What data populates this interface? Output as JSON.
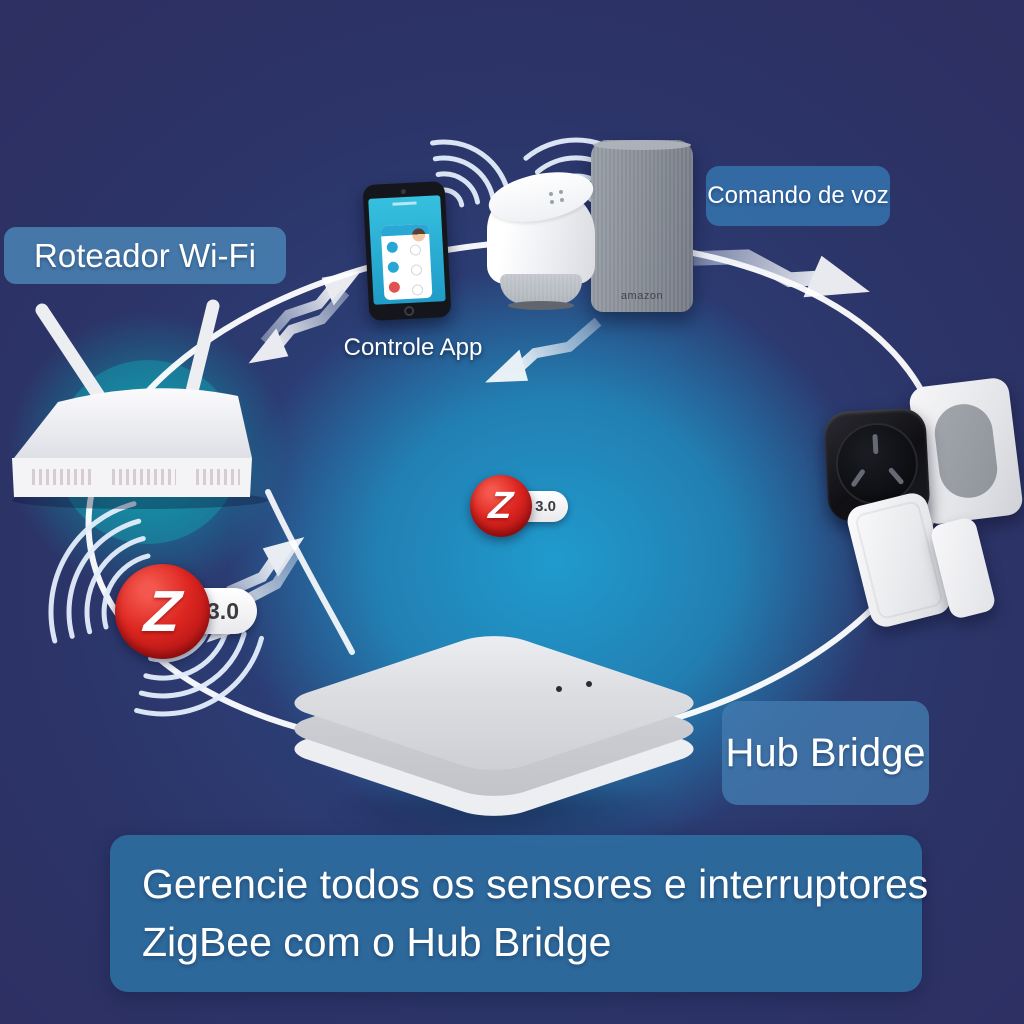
{
  "labels": {
    "router": "Roteador Wi-Fi",
    "app": "Controle App",
    "voice": "Comando de voz",
    "hub": "Hub Bridge"
  },
  "caption": {
    "line1": "Gerencie todos os sensores e interruptores",
    "line2": "ZigBee com o Hub Bridge"
  },
  "badges": {
    "left": {
      "letter": "Z",
      "version": "3.0"
    },
    "center": {
      "letter": "Z",
      "version": "3.0"
    }
  },
  "devices": {
    "echo_brand": "amazon"
  },
  "icons": {
    "wifi_waves": "concentric-arcs",
    "lightning_arrow": "zigzag-bolt",
    "connection_ring": "white-ellipse-line"
  },
  "colors": {
    "background_indigo": "#2e2b5e",
    "glow_cyan": "#1f9fd0",
    "router_glow_teal": "#0da5ab",
    "label_bg": "#3f79ab",
    "caption_bg": "#2e6b9e",
    "zigbee_red": "#d01f23",
    "line_white": "#ffffff"
  }
}
